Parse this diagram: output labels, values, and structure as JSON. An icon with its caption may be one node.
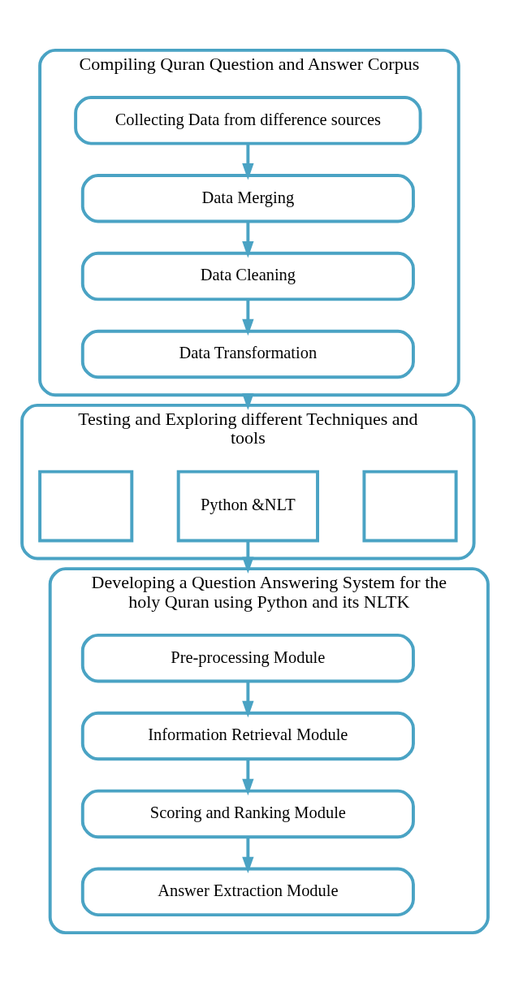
{
  "diagram": {
    "nodes": [
      {
        "text": [
          "Compiling Quran Question and Answer Corpus"
        ]
      },
      {
        "text": [
          "Collecting Data from difference sources"
        ],
        "in": 0
      },
      {
        "text": [
          "Data Merging"
        ],
        "in": 0
      },
      {
        "text": [
          "Data Cleaning"
        ],
        "in": 0
      },
      {
        "text": [
          "Data Transformation"
        ],
        "in": 0
      },
      {
        "text": [
          "Testing and Exploring different Techniques and tools"
        ]
      },
      {
        "text": [],
        "shape": "box",
        "in": 5
      },
      {
        "text": [
          "Python &NLT"
        ],
        "in": 5
      },
      {
        "text": [],
        "shape": "box",
        "in": 5
      },
      {
        "text": [
          "Developing a Question Answering System for the holy Quran using Python and its NLTK"
        ]
      },
      {
        "text": [
          "Pre-processing Module"
        ],
        "in": 9
      },
      {
        "text": [
          "Information Retrieval Module"
        ],
        "in": 9
      },
      {
        "text": [
          "Scoring and Ranking Module"
        ],
        "in": 9
      },
      {
        "text": [
          "Answer Extraction Module"
        ],
        "in": 9
      }
    ],
    "edges": [
      {
        "from": 1,
        "to": 2,
        "arrow": "to"
      },
      {
        "from": 2,
        "to": 3,
        "arrow": "to"
      },
      {
        "from": 3,
        "to": 4,
        "arrow": "to"
      },
      {
        "from": 0,
        "to": 5,
        "arrow": "to"
      },
      {
        "from": 7,
        "to": 9,
        "arrow": "to"
      },
      {
        "from": 10,
        "to": 11,
        "arrow": "to"
      },
      {
        "from": 11,
        "to": 12,
        "arrow": "to"
      },
      {
        "from": 12,
        "to": 13,
        "arrow": "to"
      }
    ]
  }
}
